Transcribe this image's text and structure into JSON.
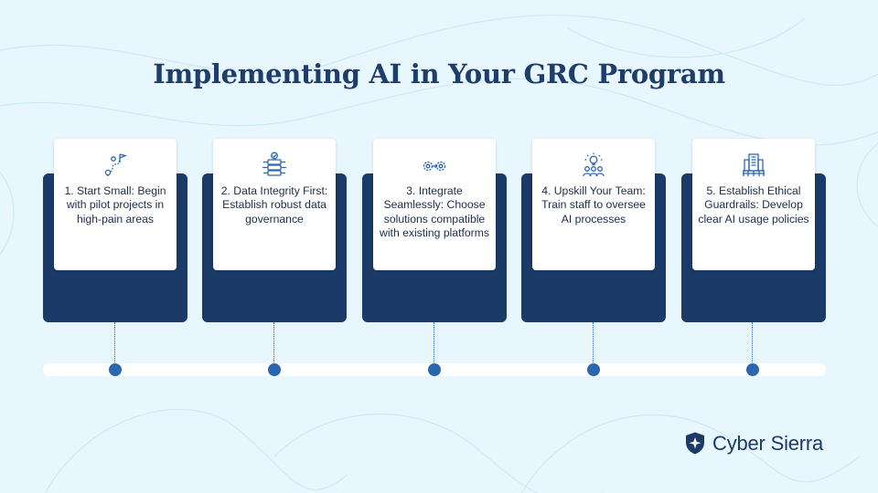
{
  "title": "Implementing AI in Your GRC Program",
  "colors": {
    "background": "#e7f7fd",
    "navy": "#1b3a67",
    "accent_blue": "#2b66b1",
    "card": "#ffffff"
  },
  "steps": [
    {
      "label": "1. Start Small: Begin with pilot projects in high-pain areas",
      "icon": "roadmap-flag-icon"
    },
    {
      "label": "2. Data Integrity First: Establish robust data governance",
      "icon": "database-network-check-icon"
    },
    {
      "label": "3. Integrate Seamlessly: Choose solutions compatible with existing platforms",
      "icon": "gears-integration-icon"
    },
    {
      "label": "4. Upskill Your Team: Train staff to oversee AI processes",
      "icon": "team-idea-icon"
    },
    {
      "label": "5. Establish Ethical Guardrails: Develop clear AI usage policies",
      "icon": "building-guardrails-icon"
    }
  ],
  "brand": {
    "name": "Cyber Sierra",
    "icon": "shield-star-logo-icon"
  }
}
